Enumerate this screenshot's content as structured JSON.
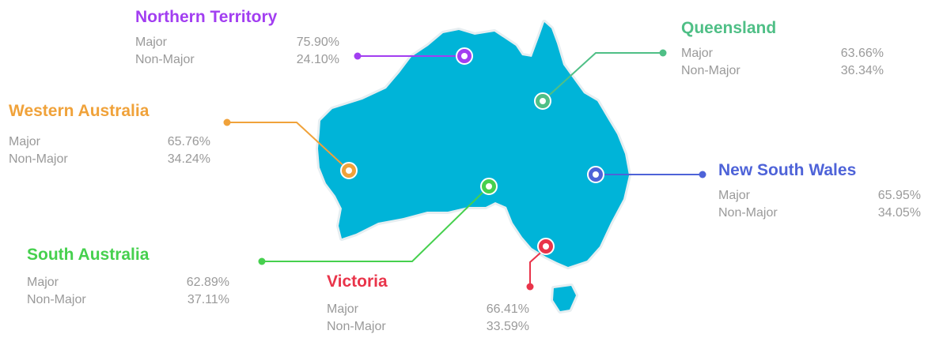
{
  "map": {
    "land_color": "#00b4d8",
    "outline_color": "#e6eef1"
  },
  "regions": {
    "nt": {
      "name": "Northern Territory",
      "color": "#a23ef1",
      "major_label": "Major",
      "major_value": "75.90%",
      "nonmajor_label": "Non-Major",
      "nonmajor_value": "24.10%"
    },
    "wa": {
      "name": "Western Australia",
      "color": "#f0a23a",
      "major_label": "Major",
      "major_value": "65.76%",
      "nonmajor_label": "Non-Major",
      "nonmajor_value": "34.24%"
    },
    "qld": {
      "name": "Queensland",
      "color": "#4fbf86",
      "major_label": "Major",
      "major_value": "63.66%",
      "nonmajor_label": "Non-Major",
      "nonmajor_value": "36.34%"
    },
    "nsw": {
      "name": "New South Wales",
      "color": "#4e63d8",
      "major_label": "Major",
      "major_value": "65.95%",
      "nonmajor_label": "Non-Major",
      "nonmajor_value": "34.05%"
    },
    "sa": {
      "name": "South Australia",
      "color": "#46d04e",
      "major_label": "Major",
      "major_value": "62.89%",
      "nonmajor_label": "Non-Major",
      "nonmajor_value": "37.11%"
    },
    "vic": {
      "name": "Victoria",
      "color": "#e9344a",
      "major_label": "Major",
      "major_value": "66.41%",
      "nonmajor_label": "Non-Major",
      "nonmajor_value": "33.59%"
    }
  }
}
